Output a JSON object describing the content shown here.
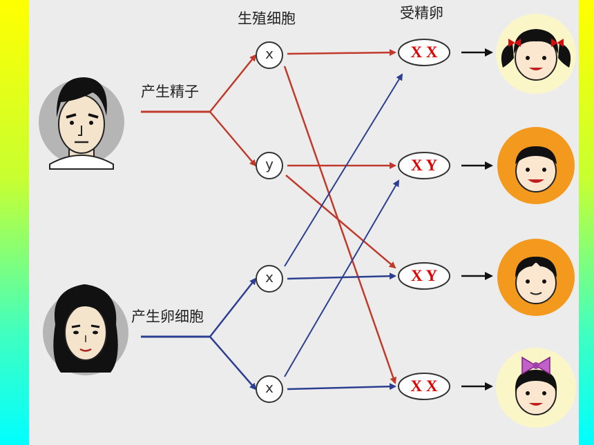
{
  "headers": {
    "gametes": "生殖细胞",
    "zygotes": "受精卵"
  },
  "labels": {
    "father": "产生精子",
    "mother": "产生卵细胞"
  },
  "sperm": [
    "x",
    "y"
  ],
  "eggs": [
    "x",
    "x"
  ],
  "zygotes": [
    "X X",
    "X Y",
    "X Y",
    "X X"
  ],
  "colors": {
    "sperm_arrow": "#c0392b",
    "egg_arrow": "#2c3e8f",
    "genotype": "#e00000",
    "background_top": "#ffff00",
    "background_bottom": "#00ffff"
  },
  "children": [
    "girl-face-icon",
    "boy-face-icon",
    "boy-face-icon",
    "girl-face-icon"
  ]
}
